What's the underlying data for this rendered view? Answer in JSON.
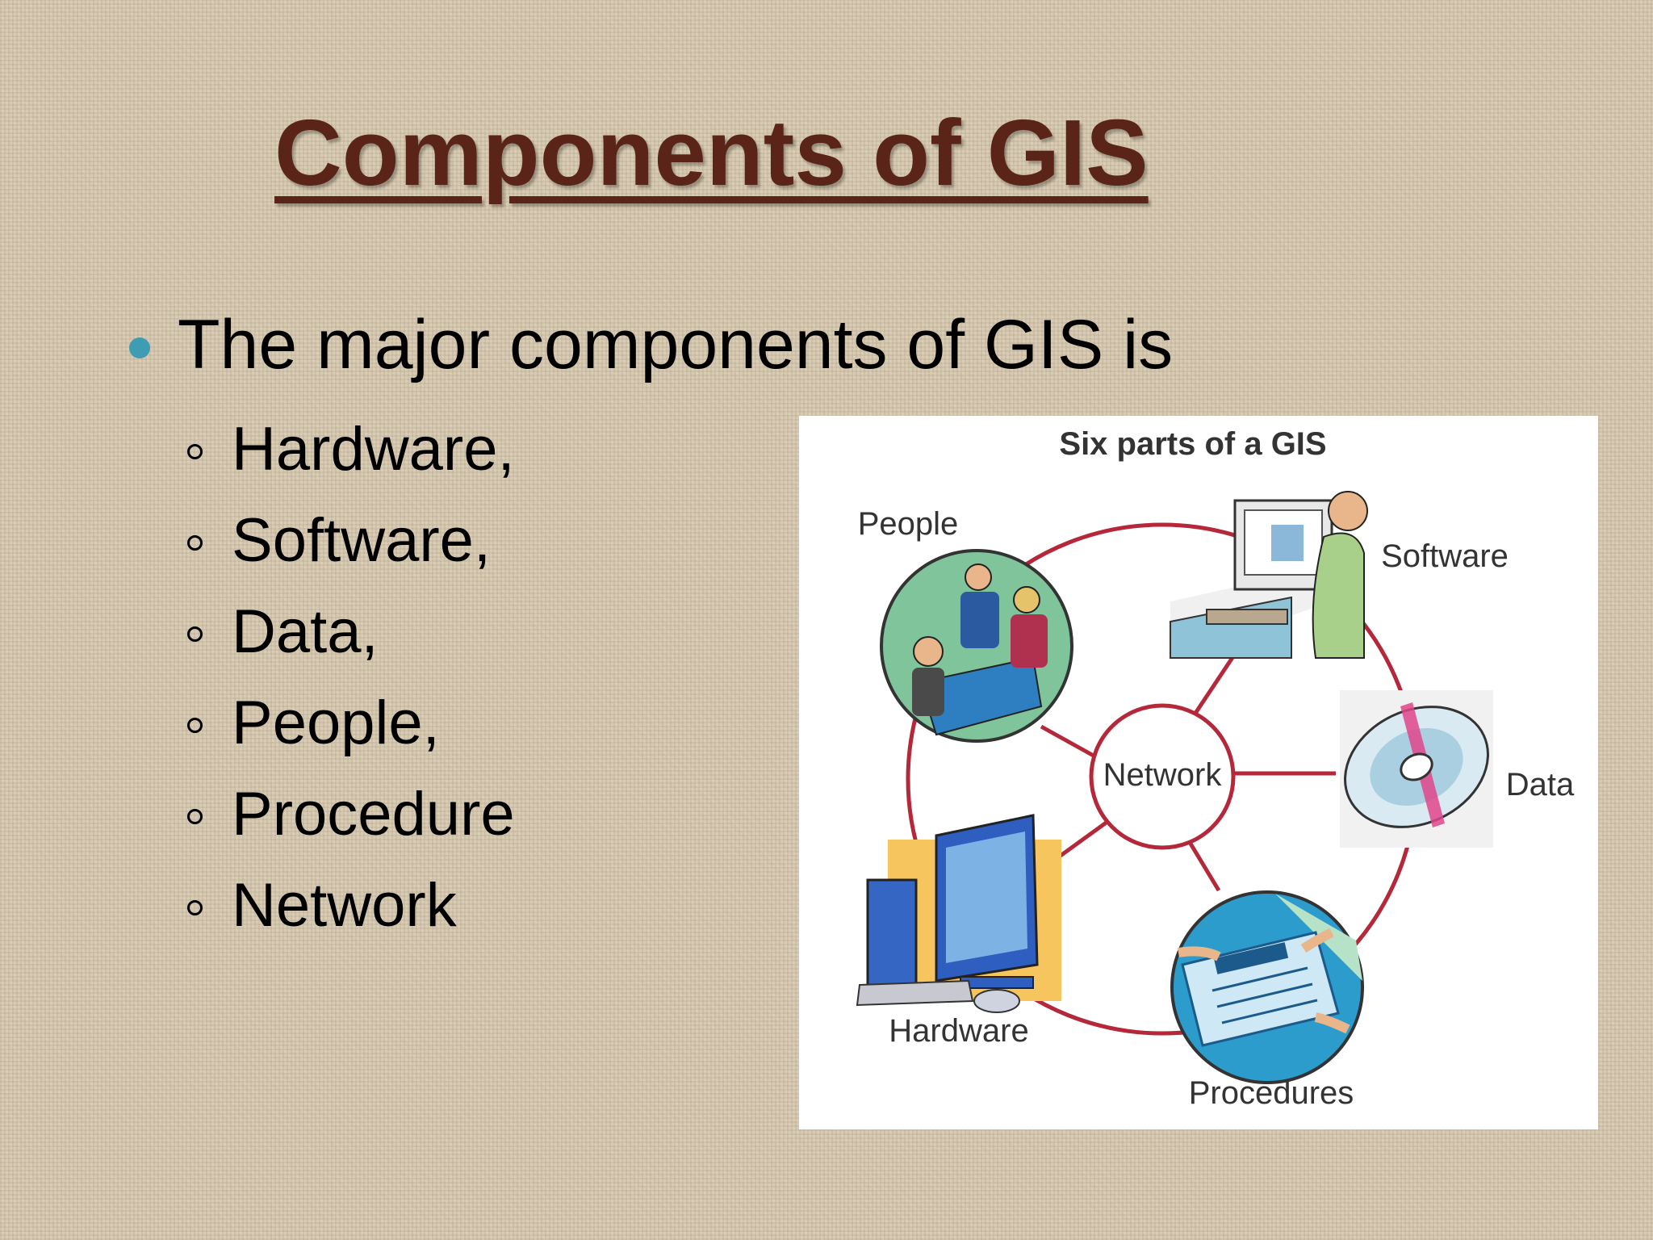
{
  "slide": {
    "title": "Components of GIS",
    "bullet": "The major components of GIS is",
    "sub_items": [
      "Hardware,",
      "Software,",
      "Data,",
      "People,",
      "Procedure",
      "Network"
    ]
  },
  "figure": {
    "title": "Six parts of a GIS",
    "labels": {
      "people": "People",
      "software": "Software",
      "data": "Data",
      "hardware": "Hardware",
      "procedures": "Procedures",
      "network": "Network"
    },
    "ring_color": "#b5283a"
  },
  "colors": {
    "title": "#5a2418",
    "bullet": "#3e9db3",
    "background": "#d8cbb3"
  }
}
